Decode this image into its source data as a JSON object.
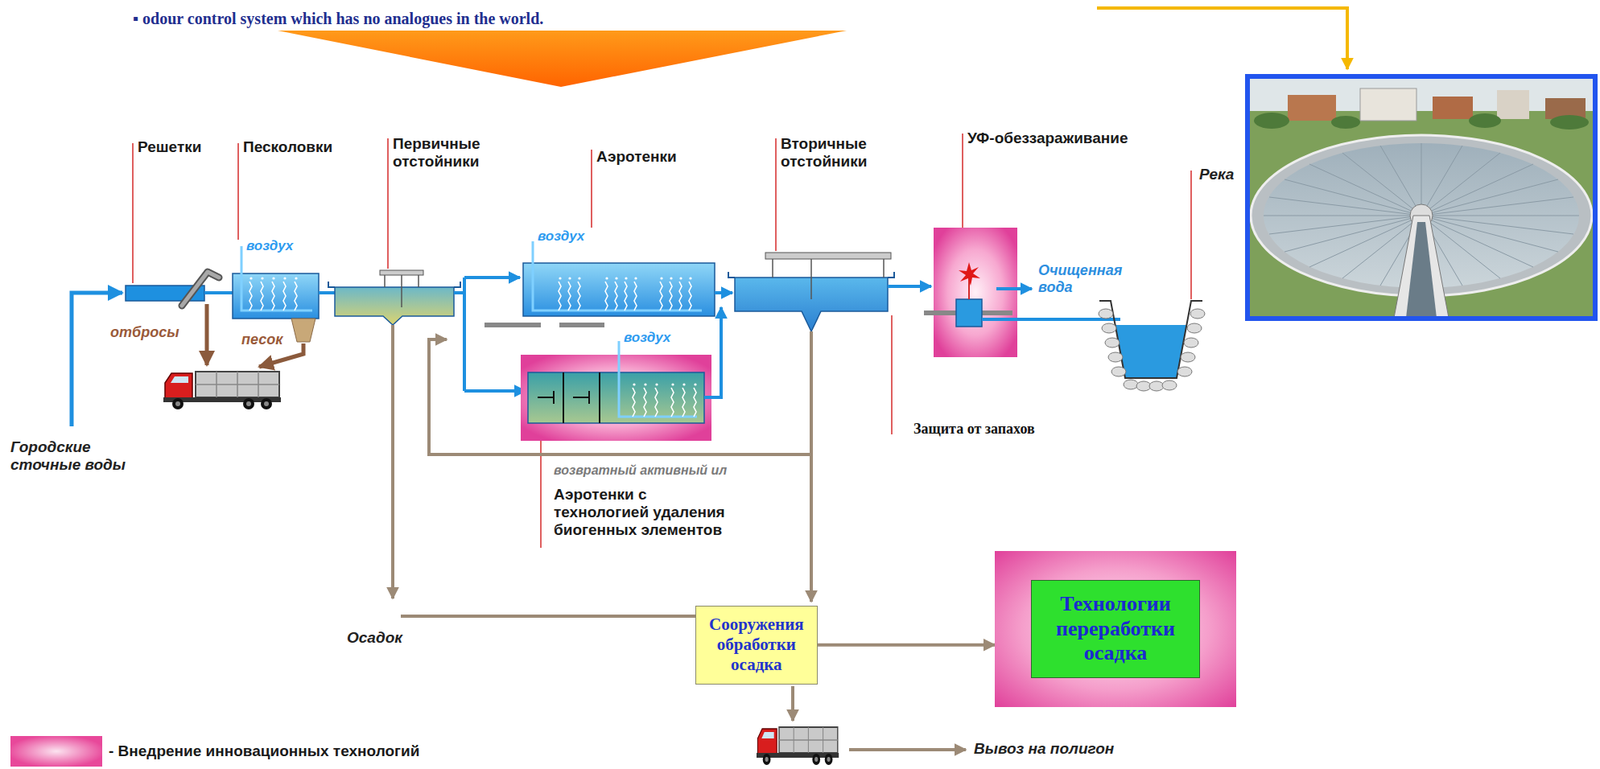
{
  "diagram": {
    "nodes": [
      {
        "text": [
          "Сооружения обработки осадка"
        ]
      },
      {
        "text": [
          "Технологии переработки осадка"
        ]
      }
    ],
    "edges": [
      {
        "from": 0,
        "to": 1,
        "arrow": "to"
      }
    ],
    "labels": [
      "▪ odour control system which has no analogues in the world.",
      "Решетки",
      "Песколовки",
      "Первичные отстойники",
      "Аэротенки",
      "Вторичные отстойники",
      "УФ-обеззараживание",
      "Река",
      "воздух",
      "воздух",
      "Очищенная вода",
      "отбросы",
      "песок",
      "воздух",
      "Городские сточные воды",
      "Защита от запахов",
      "возвратный активный ил",
      "Аэротенки с технологией удаления биогенных элементов",
      "Осадок",
      "Вывоз на полигон"
    ],
    "legend": [
      {
        "text": "- Внедрение инновационных технологий",
        "color": "#e8489a"
      }
    ]
  }
}
